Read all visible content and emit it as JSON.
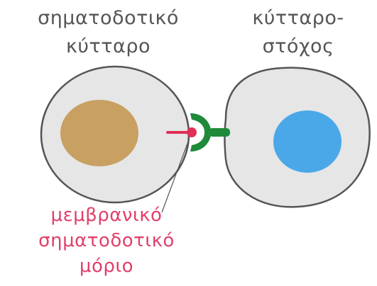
{
  "labels": {
    "signaling_cell": [
      "σηματοδοτικό",
      "κύτταρο"
    ],
    "target_cell": [
      "κύτταρο-",
      "στόχος"
    ],
    "membrane_signal_molecule": [
      "μεμβρανικό",
      "σηματοδοτικό",
      "μόριο"
    ]
  },
  "colors": {
    "cell_fill": "#e6e6e6",
    "cell_outline": "#555555",
    "signaling_nucleus": "#c8a062",
    "target_nucleus": "#4aa8e8",
    "receptor": "#1f8a3a",
    "signal_molecule": "#e0305a",
    "label_text": "#555555",
    "signal_label_text": "#e0406a"
  },
  "icons": {
    "receptor": "receptor-icon",
    "signal_molecule": "signal-molecule-icon"
  }
}
